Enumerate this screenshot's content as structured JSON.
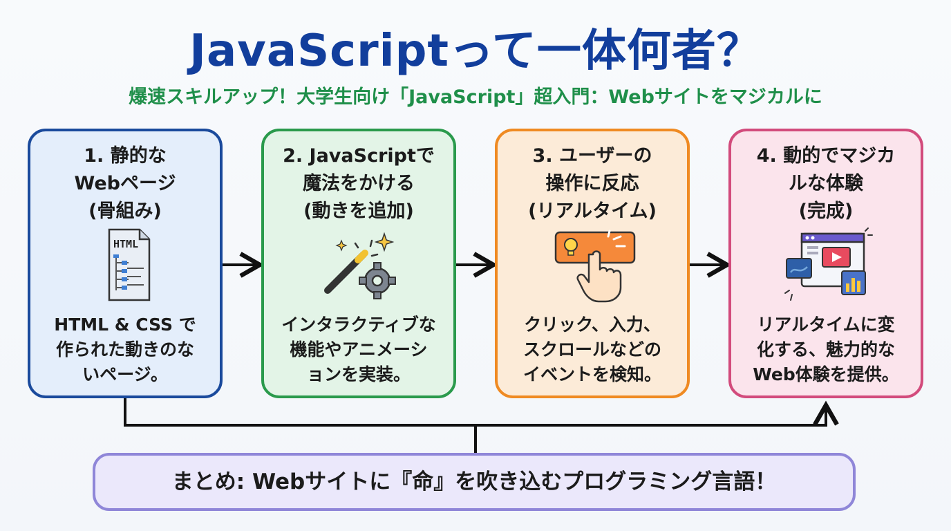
{
  "title": "JavaScriptって一体何者？",
  "subtitle": "爆速スキルアップ！大学生向け「JavaScript」超入門：Webサイトをマジカルに",
  "steps": [
    {
      "heading": "1. 静的な\nWebページ\n(骨組み)",
      "icon": "html-document-icon",
      "icon_text": "HTML",
      "description": "HTML & CSS で\n作られた動きのな\nいページ。"
    },
    {
      "heading": "2. JavaScriptで\n魔法をかける\n(動きを追加)",
      "icon": "magic-wand-gear-icon",
      "description": "インタラクティブな\n機能やアニメーシ\nョンを実装。"
    },
    {
      "heading": "3. ユーザーの\n操作に反応\n(リアルタイム)",
      "icon": "click-button-hand-icon",
      "description": "クリック、入力、\nスクロールなどの\nイベントを検知。"
    },
    {
      "heading": "4. 動的でマジカ\nルな体験\n(完成)",
      "icon": "interactive-website-icon",
      "description": "リアルタイムに変\n化する、魅力的な\nWeb体験を提供。"
    }
  ],
  "summary": "まとめ: Webサイトに『命』を吹き込むプログラミング言語！",
  "colors": {
    "title": "#123e9c",
    "subtitle": "#1f8f4a",
    "step1": "#1a4a9c",
    "step2": "#2a9a4c",
    "step3": "#ef8a22",
    "step4": "#d24b7c",
    "summary_border": "#8f86d8"
  }
}
